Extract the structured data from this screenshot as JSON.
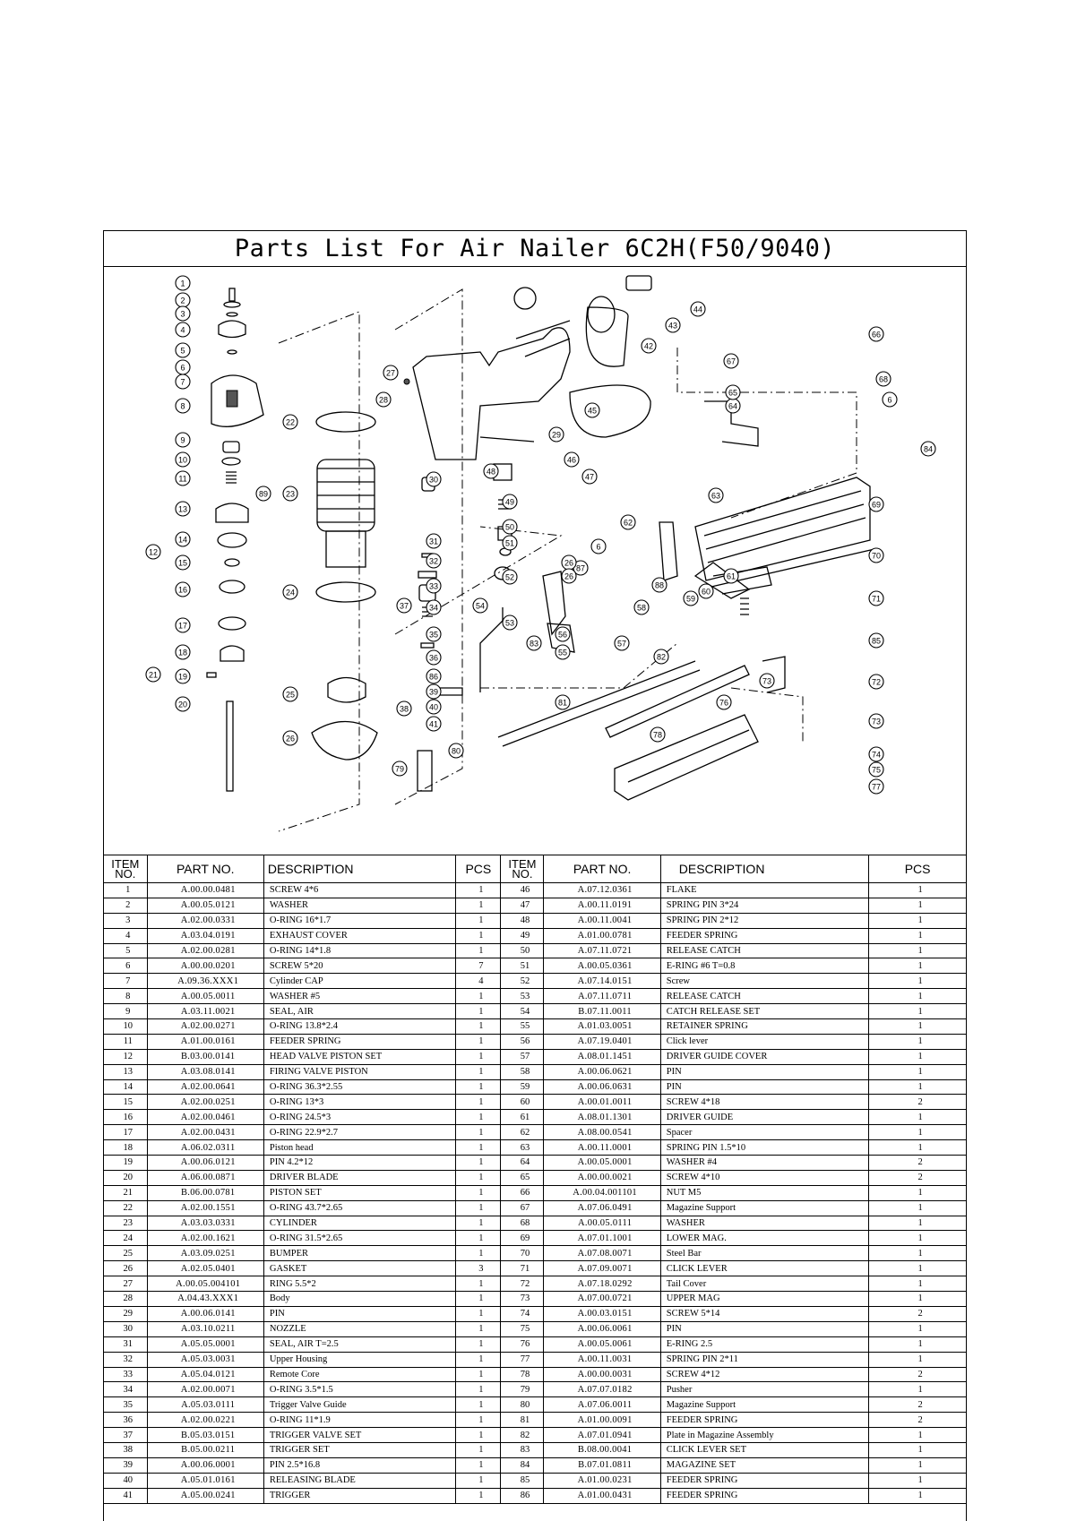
{
  "title": "Parts List For Air Nailer 6C2H(F50/9040)",
  "diagram": {
    "callouts": [
      "1",
      "2",
      "3",
      "4",
      "5",
      "6",
      "7",
      "8",
      "9",
      "10",
      "11",
      "12",
      "13",
      "14",
      "15",
      "16",
      "17",
      "18",
      "19",
      "20",
      "21",
      "22",
      "23",
      "24",
      "25",
      "26",
      "27",
      "28",
      "29",
      "30",
      "31",
      "32",
      "33",
      "34",
      "35",
      "36",
      "37",
      "38",
      "39",
      "40",
      "41",
      "42",
      "43",
      "44",
      "45",
      "46",
      "47",
      "48",
      "49",
      "50",
      "51",
      "52",
      "53",
      "54",
      "55",
      "56",
      "57",
      "58",
      "59",
      "60",
      "61",
      "62",
      "63",
      "64",
      "65",
      "66",
      "67",
      "68",
      "69",
      "70",
      "71",
      "72",
      "73",
      "74",
      "75",
      "76",
      "77",
      "78",
      "79",
      "80",
      "81",
      "82",
      "83",
      "84",
      "85",
      "86",
      "87",
      "88",
      "89"
    ]
  },
  "table": {
    "headers": {
      "item": "ITEM NO.",
      "part_no": "PART NO.",
      "description": "DESCRIPTION",
      "pcs": "PCS"
    },
    "rows": [
      {
        "l": {
          "item": "1",
          "part": "A.00.00.0481",
          "desc": "SCREW 4*6",
          "pcs": "1"
        },
        "r": {
          "item": "46",
          "part": "A.07.12.0361",
          "desc": "FLAKE",
          "pcs": "1"
        }
      },
      {
        "l": {
          "item": "2",
          "part": "A.00.05.0121",
          "desc": "WASHER",
          "pcs": "1"
        },
        "r": {
          "item": "47",
          "part": "A.00.11.0191",
          "desc": "SPRING PIN 3*24",
          "pcs": "1"
        }
      },
      {
        "l": {
          "item": "3",
          "part": "A.02.00.0331",
          "desc": "O-RING 16*1.7",
          "pcs": "1"
        },
        "r": {
          "item": "48",
          "part": "A.00.11.0041",
          "desc": "SPRING PIN 2*12",
          "pcs": "1"
        }
      },
      {
        "l": {
          "item": "4",
          "part": "A.03.04.0191",
          "desc": "EXHAUST COVER",
          "pcs": "1"
        },
        "r": {
          "item": "49",
          "part": "A.01.00.0781",
          "desc": "FEEDER SPRING",
          "pcs": "1"
        }
      },
      {
        "l": {
          "item": "5",
          "part": "A.02.00.0281",
          "desc": "O-RING 14*1.8",
          "pcs": "1"
        },
        "r": {
          "item": "50",
          "part": "A.07.11.0721",
          "desc": "RELEASE CATCH",
          "pcs": "1"
        }
      },
      {
        "l": {
          "item": "6",
          "part": "A.00.00.0201",
          "desc": "SCREW 5*20",
          "pcs": "7"
        },
        "r": {
          "item": "51",
          "part": "A.00.05.0361",
          "desc": "E-RING #6 T=0.8",
          "pcs": "1"
        }
      },
      {
        "l": {
          "item": "7",
          "part": "A.09.36.XXX1",
          "desc": "Cylinder CAP",
          "pcs": "4"
        },
        "r": {
          "item": "52",
          "part": "A.07.14.0151",
          "desc": "Screw",
          "pcs": "1"
        }
      },
      {
        "l": {
          "item": "8",
          "part": "A.00.05.0011",
          "desc": "WASHER #5",
          "pcs": "1"
        },
        "r": {
          "item": "53",
          "part": "A.07.11.0711",
          "desc": "RELEASE CATCH",
          "pcs": "1"
        }
      },
      {
        "l": {
          "item": "9",
          "part": "A.03.11.0021",
          "desc": "SEAL, AIR",
          "pcs": "1"
        },
        "r": {
          "item": "54",
          "part": "B.07.11.0011",
          "desc": "CATCH RELEASE SET",
          "pcs": "1"
        }
      },
      {
        "l": {
          "item": "10",
          "part": "A.02.00.0271",
          "desc": "O-RING 13.8*2.4",
          "pcs": "1"
        },
        "r": {
          "item": "55",
          "part": "A.01.03.0051",
          "desc": "RETAINER SPRING",
          "pcs": "1"
        }
      },
      {
        "l": {
          "item": "11",
          "part": "A.01.00.0161",
          "desc": "FEEDER SPRING",
          "pcs": "1"
        },
        "r": {
          "item": "56",
          "part": "A.07.19.0401",
          "desc": "Click lever",
          "pcs": "1"
        }
      },
      {
        "l": {
          "item": "12",
          "part": "B.03.00.0141",
          "desc": "HEAD VALVE PISTON SET",
          "pcs": "1"
        },
        "r": {
          "item": "57",
          "part": "A.08.01.1451",
          "desc": "DRIVER GUIDE COVER",
          "pcs": "1"
        }
      },
      {
        "l": {
          "item": "13",
          "part": "A.03.08.0141",
          "desc": "FIRING VALVE PISTON",
          "pcs": "1"
        },
        "r": {
          "item": "58",
          "part": "A.00.06.0621",
          "desc": "PIN",
          "pcs": "1"
        }
      },
      {
        "l": {
          "item": "14",
          "part": "A.02.00.0641",
          "desc": "O-RING 36.3*2.55",
          "pcs": "1"
        },
        "r": {
          "item": "59",
          "part": "A.00.06.0631",
          "desc": "PIN",
          "pcs": "1"
        }
      },
      {
        "l": {
          "item": "15",
          "part": "A.02.00.0251",
          "desc": "O-RING 13*3",
          "pcs": "1"
        },
        "r": {
          "item": "60",
          "part": "A.00.01.0011",
          "desc": "SCREW 4*18",
          "pcs": "2"
        }
      },
      {
        "l": {
          "item": "16",
          "part": "A.02.00.0461",
          "desc": "O-RING 24.5*3",
          "pcs": "1"
        },
        "r": {
          "item": "61",
          "part": "A.08.01.1301",
          "desc": "DRIVER GUIDE",
          "pcs": "1"
        }
      },
      {
        "l": {
          "item": "17",
          "part": "A.02.00.0431",
          "desc": "O-RING 22.9*2.7",
          "pcs": "1"
        },
        "r": {
          "item": "62",
          "part": "A.08.00.0541",
          "desc": "Spacer",
          "pcs": "1"
        }
      },
      {
        "l": {
          "item": "18",
          "part": "A.06.02.0311",
          "desc": "Piston head",
          "pcs": "1"
        },
        "r": {
          "item": "63",
          "part": "A.00.11.0001",
          "desc": "SPRING PIN 1.5*10",
          "pcs": "1"
        }
      },
      {
        "l": {
          "item": "19",
          "part": "A.00.06.0121",
          "desc": "PIN 4.2*12",
          "pcs": "1"
        },
        "r": {
          "item": "64",
          "part": "A.00.05.0001",
          "desc": "WASHER #4",
          "pcs": "2"
        }
      },
      {
        "l": {
          "item": "20",
          "part": "A.06.00.0871",
          "desc": "DRIVER BLADE",
          "pcs": "1"
        },
        "r": {
          "item": "65",
          "part": "A.00.00.0021",
          "desc": "SCREW 4*10",
          "pcs": "2"
        }
      },
      {
        "l": {
          "item": "21",
          "part": "B.06.00.0781",
          "desc": "PISTON SET",
          "pcs": "1"
        },
        "r": {
          "item": "66",
          "part": "A.00.04.001101",
          "desc": "NUT M5",
          "pcs": "1"
        }
      },
      {
        "l": {
          "item": "22",
          "part": "A.02.00.1551",
          "desc": "O-RING 43.7*2.65",
          "pcs": "1"
        },
        "r": {
          "item": "67",
          "part": "A.07.06.0491",
          "desc": "Magazine Support",
          "pcs": "1"
        }
      },
      {
        "l": {
          "item": "23",
          "part": "A.03.03.0331",
          "desc": "CYLINDER",
          "pcs": "1"
        },
        "r": {
          "item": "68",
          "part": "A.00.05.0111",
          "desc": "WASHER",
          "pcs": "1"
        }
      },
      {
        "l": {
          "item": "24",
          "part": "A.02.00.1621",
          "desc": "O-RING 31.5*2.65",
          "pcs": "1"
        },
        "r": {
          "item": "69",
          "part": "A.07.01.1001",
          "desc": "LOWER MAG.",
          "pcs": "1"
        }
      },
      {
        "l": {
          "item": "25",
          "part": "A.03.09.0251",
          "desc": "BUMPER",
          "pcs": "1"
        },
        "r": {
          "item": "70",
          "part": "A.07.08.0071",
          "desc": "Steel Bar",
          "pcs": "1"
        }
      },
      {
        "l": {
          "item": "26",
          "part": "A.02.05.0401",
          "desc": "GASKET",
          "pcs": "3"
        },
        "r": {
          "item": "71",
          "part": "A.07.09.0071",
          "desc": "CLICK LEVER",
          "pcs": "1"
        }
      },
      {
        "l": {
          "item": "27",
          "part": "A.00.05.004101",
          "desc": "RING 5.5*2",
          "pcs": "1"
        },
        "r": {
          "item": "72",
          "part": "A.07.18.0292",
          "desc": "Tail Cover",
          "pcs": "1"
        }
      },
      {
        "l": {
          "item": "28",
          "part": "A.04.43.XXX1",
          "desc": "Body",
          "pcs": "1"
        },
        "r": {
          "item": "73",
          "part": "A.07.00.0721",
          "desc": "UPPER MAG",
          "pcs": "1"
        }
      },
      {
        "l": {
          "item": "29",
          "part": "A.00.06.0141",
          "desc": "PIN",
          "pcs": "1"
        },
        "r": {
          "item": "74",
          "part": "A.00.03.0151",
          "desc": "SCREW 5*14",
          "pcs": "2"
        }
      },
      {
        "l": {
          "item": "30",
          "part": "A.03.10.0211",
          "desc": "NOZZLE",
          "pcs": "1"
        },
        "r": {
          "item": "75",
          "part": "A.00.06.0061",
          "desc": "PIN",
          "pcs": "1"
        }
      },
      {
        "l": {
          "item": "31",
          "part": "A.05.05.0001",
          "desc": "SEAL, AIR T=2.5",
          "pcs": "1"
        },
        "r": {
          "item": "76",
          "part": "A.00.05.0061",
          "desc": "E-RING 2.5",
          "pcs": "1"
        }
      },
      {
        "l": {
          "item": "32",
          "part": "A.05.03.0031",
          "desc": "Upper Housing",
          "pcs": "1"
        },
        "r": {
          "item": "77",
          "part": "A.00.11.0031",
          "desc": "SPRING PIN 2*11",
          "pcs": "1"
        }
      },
      {
        "l": {
          "item": "33",
          "part": "A.05.04.0121",
          "desc": "Remote Core",
          "pcs": "1"
        },
        "r": {
          "item": "78",
          "part": "A.00.00.0031",
          "desc": "SCREW 4*12",
          "pcs": "2"
        }
      },
      {
        "l": {
          "item": "34",
          "part": "A.02.00.0071",
          "desc": "O-RING 3.5*1.5",
          "pcs": "1"
        },
        "r": {
          "item": "79",
          "part": "A.07.07.0182",
          "desc": "Pusher",
          "pcs": "1"
        }
      },
      {
        "l": {
          "item": "35",
          "part": "A.05.03.0111",
          "desc": "Trigger Valve Guide",
          "pcs": "1"
        },
        "r": {
          "item": "80",
          "part": "A.07.06.0011",
          "desc": "Magazine Support",
          "pcs": "2"
        }
      },
      {
        "l": {
          "item": "36",
          "part": "A.02.00.0221",
          "desc": "O-RING 11*1.9",
          "pcs": "1"
        },
        "r": {
          "item": "81",
          "part": "A.01.00.0091",
          "desc": "FEEDER SPRING",
          "pcs": "2"
        }
      },
      {
        "l": {
          "item": "37",
          "part": "B.05.03.0151",
          "desc": "TRIGGER VALVE SET",
          "pcs": "1"
        },
        "r": {
          "item": "82",
          "part": "A.07.01.0941",
          "desc": "Plate in Magazine Assembly",
          "pcs": "1"
        }
      },
      {
        "l": {
          "item": "38",
          "part": "B.05.00.0211",
          "desc": "TRIGGER SET",
          "pcs": "1"
        },
        "r": {
          "item": "83",
          "part": "B.08.00.0041",
          "desc": "CLICK LEVER SET",
          "pcs": "1"
        }
      },
      {
        "l": {
          "item": "39",
          "part": "A.00.06.0001",
          "desc": "PIN 2.5*16.8",
          "pcs": "1"
        },
        "r": {
          "item": "84",
          "part": "B.07.01.0811",
          "desc": "MAGAZINE SET",
          "pcs": "1"
        }
      },
      {
        "l": {
          "item": "40",
          "part": "A.05.01.0161",
          "desc": "RELEASING BLADE",
          "pcs": "1"
        },
        "r": {
          "item": "85",
          "part": "A.01.00.0231",
          "desc": "FEEDER SPRING",
          "pcs": "1"
        }
      },
      {
        "l": {
          "item": "41",
          "part": "A.05.00.0241",
          "desc": "TRIGGER",
          "pcs": "1"
        },
        "r": {
          "item": "86",
          "part": "A.01.00.0431",
          "desc": "FEEDER SPRING",
          "pcs": "1"
        }
      }
    ]
  }
}
